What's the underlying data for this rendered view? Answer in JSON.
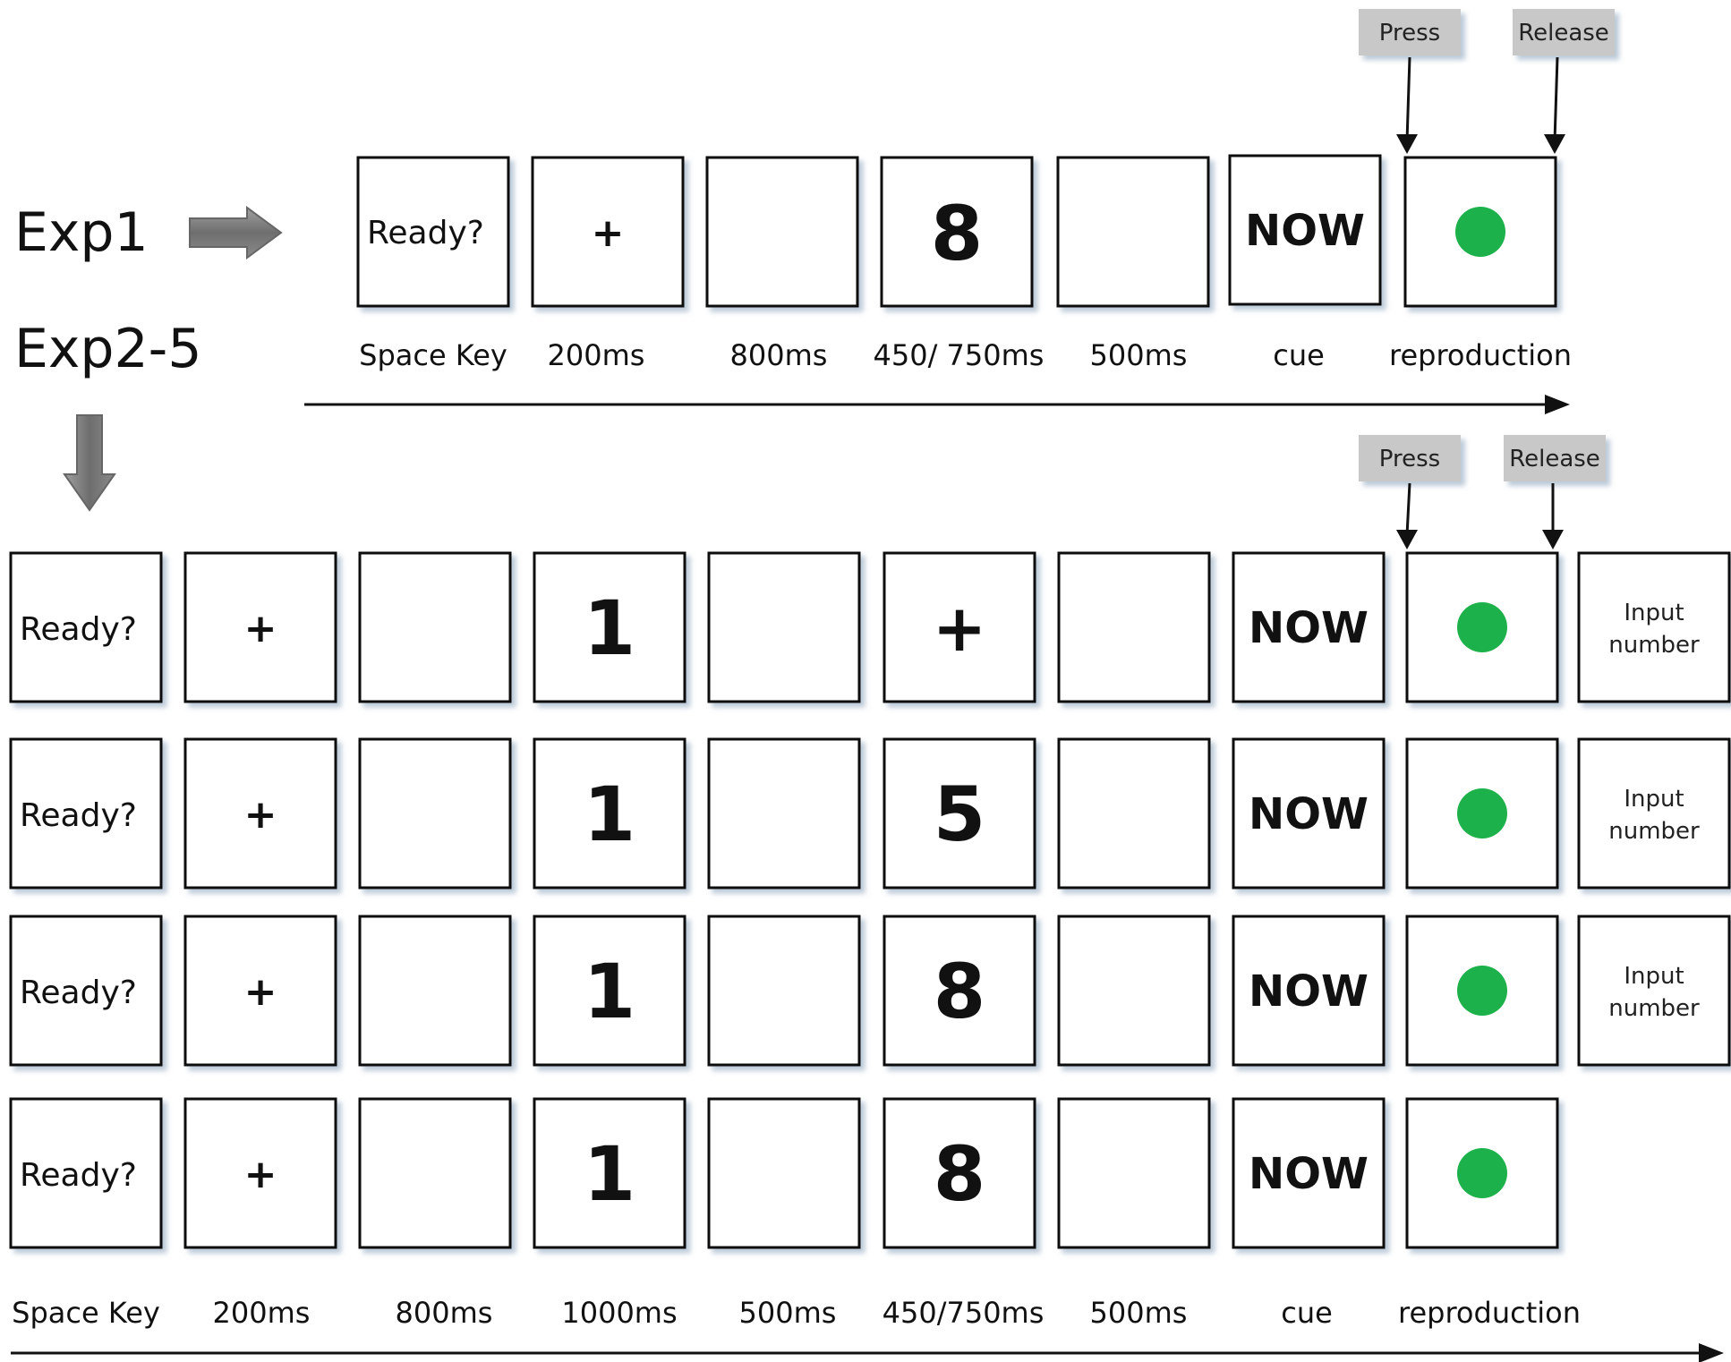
{
  "exp1": {
    "label": "Exp1",
    "press_label": "Press",
    "release_label": "Release",
    "stim": {
      "ready": "Ready?",
      "fixation": "+",
      "blank": "",
      "digit": "8",
      "cue": "NOW",
      "reproduction": "green-dot"
    },
    "timeline": [
      "Space Key",
      "200ms",
      "800ms",
      "450/ 750ms",
      "500ms",
      "cue",
      "reproduction"
    ]
  },
  "exp2": {
    "label": "Exp2-5",
    "press_label": "Press",
    "release_label": "Release",
    "ready": "Ready?",
    "fixation": "+",
    "first_digit": "1",
    "cue": "NOW",
    "input_line1": "Input",
    "input_line2": "number",
    "rows": [
      {
        "second": "+",
        "has_input": true
      },
      {
        "second": "5",
        "has_input": true
      },
      {
        "second": "8",
        "has_input": true
      },
      {
        "second": "8",
        "has_input": false
      }
    ],
    "timeline": [
      "Space Key",
      "200ms",
      "800ms",
      "1000ms",
      "500ms",
      "450/750ms",
      "500ms",
      "cue",
      "reproduction"
    ]
  },
  "colors": {
    "dot": "#1db14b",
    "tag": "#c8c8c8",
    "arrow_fill": "#808080"
  },
  "icons": {
    "right_arrow": "block-arrow-right-icon",
    "down_arrow": "block-arrow-down-icon"
  }
}
